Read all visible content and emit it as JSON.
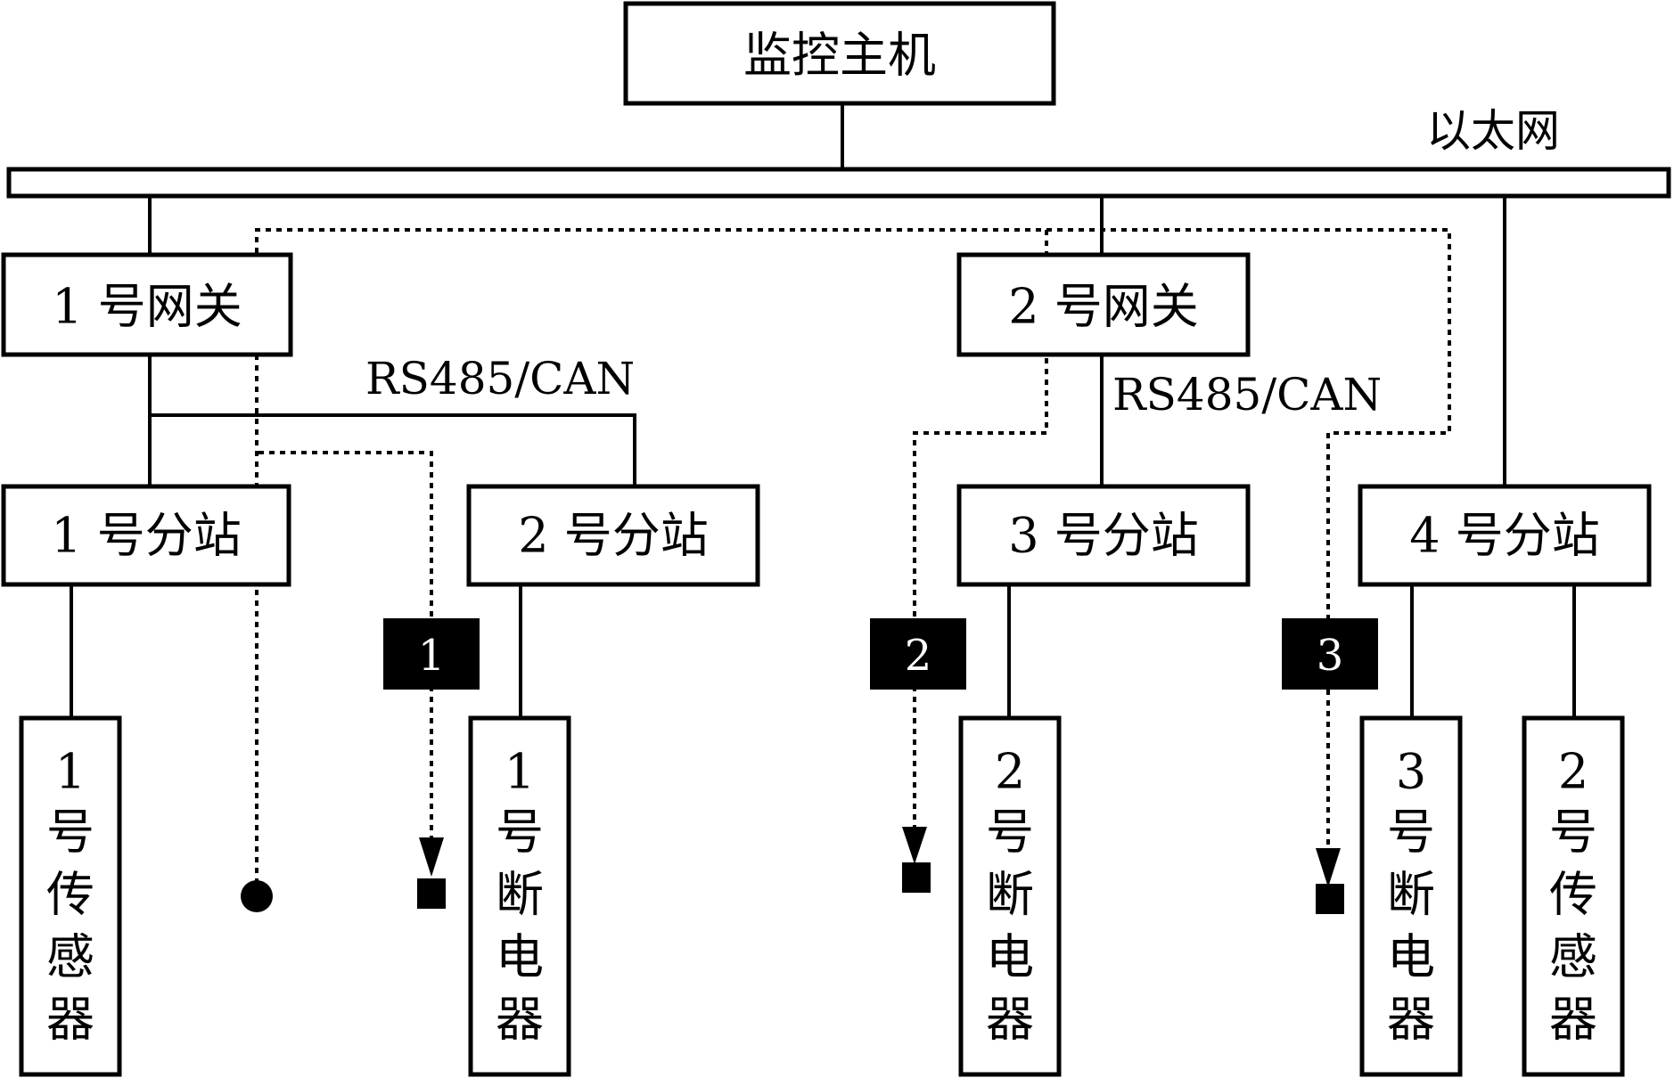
{
  "host": {
    "label": "监控主机"
  },
  "bus": {
    "label": "以太网"
  },
  "gateways": [
    {
      "label": "1 号网关"
    },
    {
      "label": "2 号网关"
    }
  ],
  "fieldbus_labels": [
    "RS485/CAN",
    "RS485/CAN"
  ],
  "substations": [
    {
      "label": "1 号分站"
    },
    {
      "label": "2 号分站"
    },
    {
      "label": "3 号分站"
    },
    {
      "label": "4 号分站"
    }
  ],
  "devices": [
    {
      "chars": [
        "1",
        "号",
        "传",
        "感",
        "器"
      ]
    },
    {
      "chars": [
        "1",
        "号",
        "断",
        "电",
        "器"
      ]
    },
    {
      "chars": [
        "2",
        "号",
        "断",
        "电",
        "器"
      ]
    },
    {
      "chars": [
        "3",
        "号",
        "断",
        "电",
        "器"
      ]
    },
    {
      "chars": [
        "2",
        "号",
        "传",
        "感",
        "器"
      ]
    }
  ],
  "badges": [
    "1",
    "2",
    "3"
  ],
  "colors": {
    "stroke": "#000000",
    "badge_fill": "#000000",
    "badge_text": "#ffffff"
  }
}
